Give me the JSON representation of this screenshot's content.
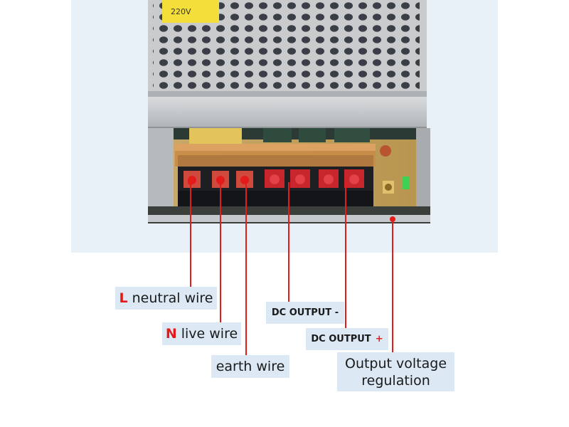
{
  "device": {
    "sticker_text": "220V"
  },
  "callouts": [
    {
      "id": "l",
      "prefix": "L",
      "text": "neutral wire"
    },
    {
      "id": "n",
      "prefix": "N",
      "text": "live wire"
    },
    {
      "id": "earth",
      "prefix": "",
      "text": "earth wire"
    },
    {
      "id": "dc-neg",
      "prefix": "",
      "text": "DC OUTPUT -"
    },
    {
      "id": "dc-pos",
      "prefix": "",
      "text": "DC OUTPUT",
      "suffix": "+"
    },
    {
      "id": "vreg",
      "prefix": "",
      "text_line1": "Output voltage",
      "text_line2": "regulation"
    }
  ],
  "colors": {
    "accent_red": "#e41b1b",
    "label_bg": "#dce9f5",
    "backdrop": "#e9f1f8"
  }
}
